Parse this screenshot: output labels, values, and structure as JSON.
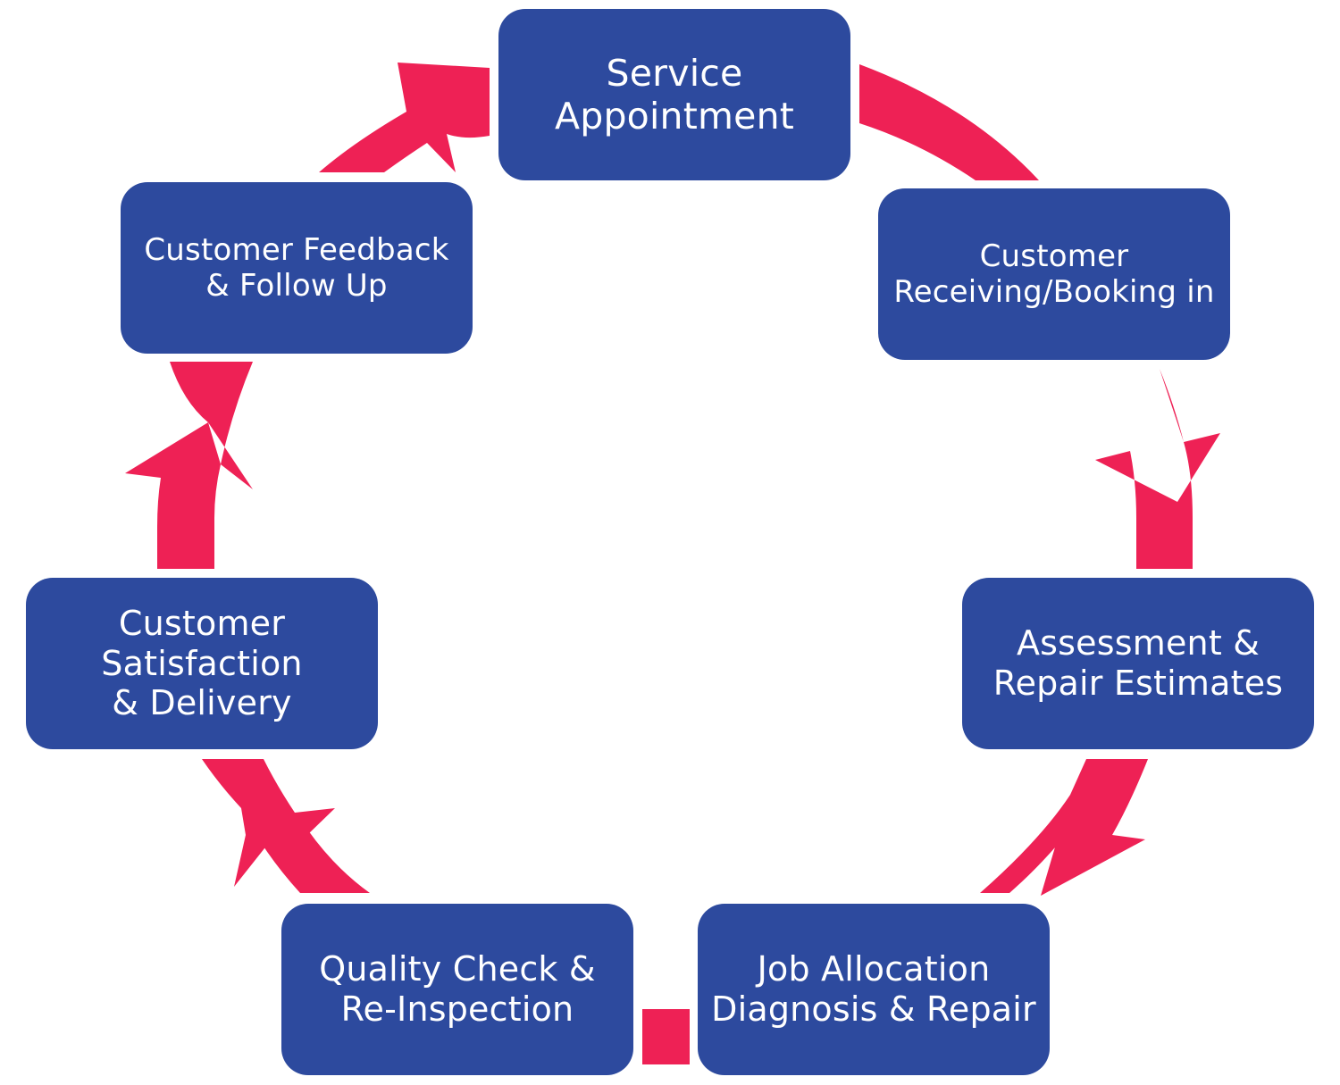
{
  "colors": {
    "node_fill": "#2d4a9e",
    "node_text": "#ffffff",
    "arrow_fill": "#ee2155",
    "background": "#ffffff"
  },
  "cycle": {
    "steps": [
      {
        "label": "Service\nAppointment"
      },
      {
        "label": "Customer\nReceiving/Booking in"
      },
      {
        "label": "Assessment &\nRepair Estimates"
      },
      {
        "label": "Job Allocation\nDiagnosis & Repair"
      },
      {
        "label": "Quality Check &\nRe-Inspection"
      },
      {
        "label": "Customer\nSatisfaction\n& Delivery"
      },
      {
        "label": "Customer Feedback\n& Follow Up"
      }
    ]
  }
}
